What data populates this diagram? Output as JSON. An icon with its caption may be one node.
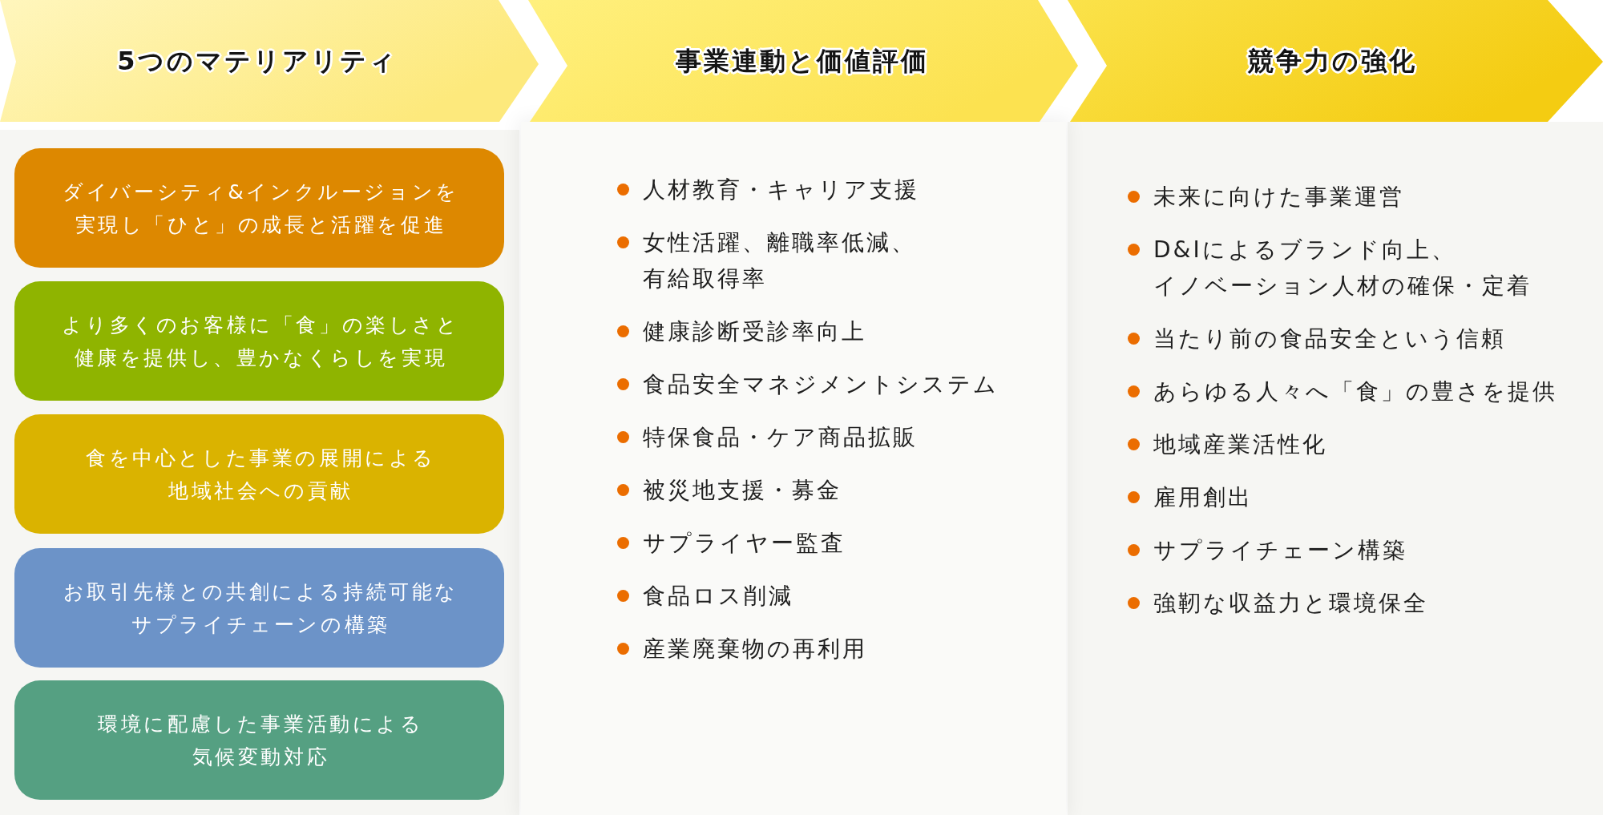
{
  "diagram": {
    "nodes": [
      {
        "text": [
          "5つのマテリアリティ"
        ]
      },
      {
        "text": [
          "事業連動と価値評価"
        ]
      },
      {
        "text": [
          "競争力の強化"
        ]
      },
      {
        "text": [],
        "shape": "box"
      },
      {
        "text": [
          "ダイバーシティ&インクルージョンを実現し「ひと」の成長と活躍を促進"
        ],
        "in": 3
      },
      {
        "text": [
          "より多くのお客様に「食」の楽しさと健康を提供し、豊かなくらしを実現"
        ],
        "in": 3
      },
      {
        "text": [
          "食を中心とした事業の展開による地域社会への貢献"
        ],
        "in": 3
      },
      {
        "text": [
          "お取引先様との共創による持続可能なサプライチェーンの構築"
        ],
        "in": 3
      },
      {
        "text": [
          "環境に配慮した事業活動による気候変動対応"
        ],
        "in": 3
      },
      {
        "text": [
          "人材教育・キャリア支援",
          "女性活躍、離職率低減、有給取得率",
          "健康診断受診率向上",
          "食品安全マネジメントシステム",
          "特保食品・ケア商品拡販",
          "被災地支援・募金",
          "サプライヤー監査",
          "食品ロス削減",
          "産業廃棄物の再利用"
        ]
      },
      {
        "text": [
          "未来に向けた事業運営",
          "D&Iによるブランド向上、イノベーション人材の確保・定着",
          "当たり前の食品安全という信頼",
          "あらゆる人々へ「食」の豊さを提供",
          "地域産業活性化",
          "雇用創出",
          "サプライチェーン構築",
          "強靭な収益力と環境保全"
        ]
      }
    ]
  }
}
